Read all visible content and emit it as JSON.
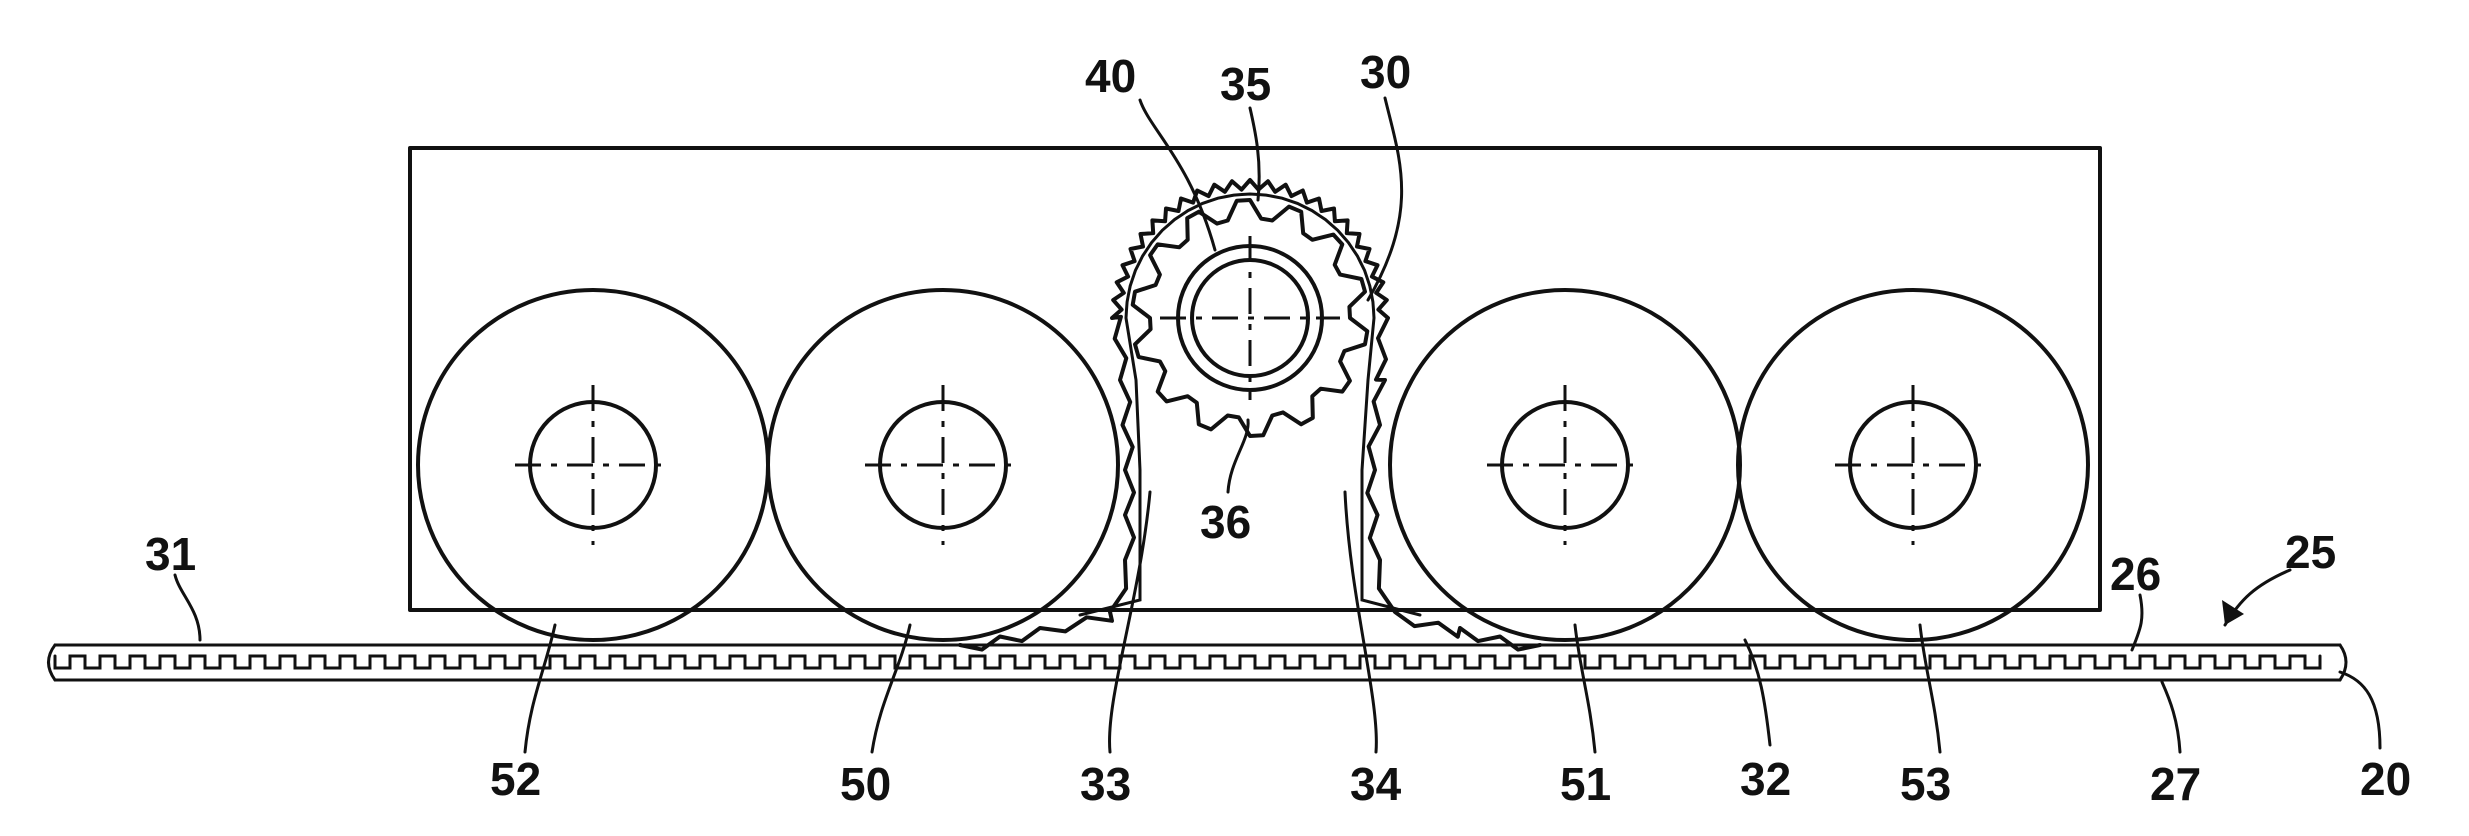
{
  "labels": {
    "l20": "20",
    "l25": "25",
    "l26": "26",
    "l27": "27",
    "l30": "30",
    "l31": "31",
    "l32": "32",
    "l33": "33",
    "l34": "34",
    "l35": "35",
    "l36": "36",
    "l40": "40",
    "l50": "50",
    "l51": "51",
    "l52": "52",
    "l53": "53"
  }
}
